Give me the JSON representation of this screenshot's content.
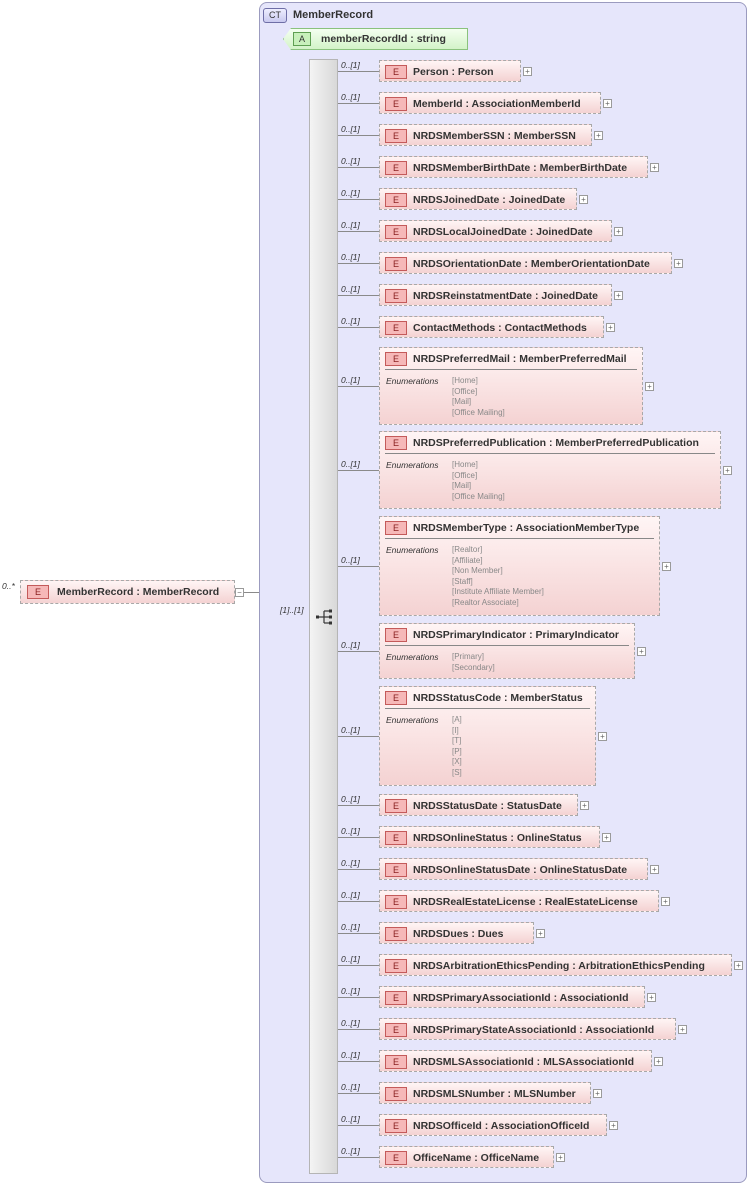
{
  "complex_type": {
    "badge": "CT",
    "name": "MemberRecord"
  },
  "attribute": {
    "badge": "A",
    "label": "memberRecordId : string"
  },
  "root": {
    "cardinality": "0..*",
    "badge": "E",
    "label": "MemberRecord : MemberRecord"
  },
  "sequence": {
    "cardinality": "[1]..[1]"
  },
  "elements": [
    {
      "label": "Person   : Person",
      "cardinality": "0..[1]"
    },
    {
      "label": "MemberId : AssociationMemberId",
      "cardinality": "0..[1]"
    },
    {
      "label": "NRDSMemberSSN : MemberSSN",
      "cardinality": "0..[1]"
    },
    {
      "label": "NRDSMemberBirthDate : MemberBirthDate",
      "cardinality": "0..[1]"
    },
    {
      "label": "NRDSJoinedDate : JoinedDate",
      "cardinality": "0..[1]"
    },
    {
      "label": "NRDSLocalJoinedDate : JoinedDate",
      "cardinality": "0..[1]"
    },
    {
      "label": "NRDSOrientationDate : MemberOrientationDate",
      "cardinality": "0..[1]"
    },
    {
      "label": "NRDSReinstatmentDate : JoinedDate",
      "cardinality": "0..[1]"
    },
    {
      "label": "ContactMethods : ContactMethods",
      "cardinality": "0..[1]"
    },
    {
      "label": "NRDSPreferredMail : MemberPreferredMail",
      "cardinality": "0..[1]",
      "enum_label": "Enumerations",
      "enums": [
        "[Home]",
        "[Office]",
        "[Mail]",
        "[Office Mailing]"
      ]
    },
    {
      "label": "NRDSPreferredPublication : MemberPreferredPublication",
      "cardinality": "0..[1]",
      "enum_label": "Enumerations",
      "enums": [
        "[Home]",
        "[Office]",
        "[Mail]",
        "[Office Mailing]"
      ]
    },
    {
      "label": "NRDSMemberType : AssociationMemberType",
      "cardinality": "0..[1]",
      "enum_label": "Enumerations",
      "enums": [
        "[Realtor]",
        "[Affiliate]",
        "[Non Member]",
        "[Staff]",
        "[Institute Affiliate Member]",
        "[Realtor Associate]"
      ]
    },
    {
      "label": "NRDSPrimaryIndicator : PrimaryIndicator",
      "cardinality": "0..[1]",
      "enum_label": "Enumerations",
      "enums": [
        "[Primary]",
        "[Secondary]"
      ]
    },
    {
      "label": "NRDSStatusCode : MemberStatus",
      "cardinality": "0..[1]",
      "enum_label": "Enumerations",
      "enums": [
        "[A]",
        "[I]",
        "[T]",
        "[P]",
        "[X]",
        "[S]"
      ]
    },
    {
      "label": "NRDSStatusDate : StatusDate",
      "cardinality": "0..[1]"
    },
    {
      "label": "NRDSOnlineStatus : OnlineStatus",
      "cardinality": "0..[1]"
    },
    {
      "label": "NRDSOnlineStatusDate : OnlineStatusDate",
      "cardinality": "0..[1]"
    },
    {
      "label": "NRDSRealEstateLicense : RealEstateLicense",
      "cardinality": "0..[1]"
    },
    {
      "label": "NRDSDues : Dues",
      "cardinality": "0..[1]"
    },
    {
      "label": "NRDSArbitrationEthicsPending : ArbitrationEthicsPending",
      "cardinality": "0..[1]"
    },
    {
      "label": "NRDSPrimaryAssociationId : AssociationId",
      "cardinality": "0..[1]"
    },
    {
      "label": "NRDSPrimaryStateAssociationId : AssociationId",
      "cardinality": "0..[1]"
    },
    {
      "label": "NRDSMLSAssociationId : MLSAssociationId",
      "cardinality": "0..[1]"
    },
    {
      "label": "NRDSMLSNumber : MLSNumber",
      "cardinality": "0..[1]"
    },
    {
      "label": "NRDSOfficeId : AssociationOfficeId",
      "cardinality": "0..[1]"
    },
    {
      "label": "OfficeName : OfficeName",
      "cardinality": "0..[1]"
    }
  ],
  "element_badge": "E",
  "colors": {
    "panel": "#e6e6fb",
    "element": "#f4d2d2",
    "attribute": "#d3f3c8"
  }
}
